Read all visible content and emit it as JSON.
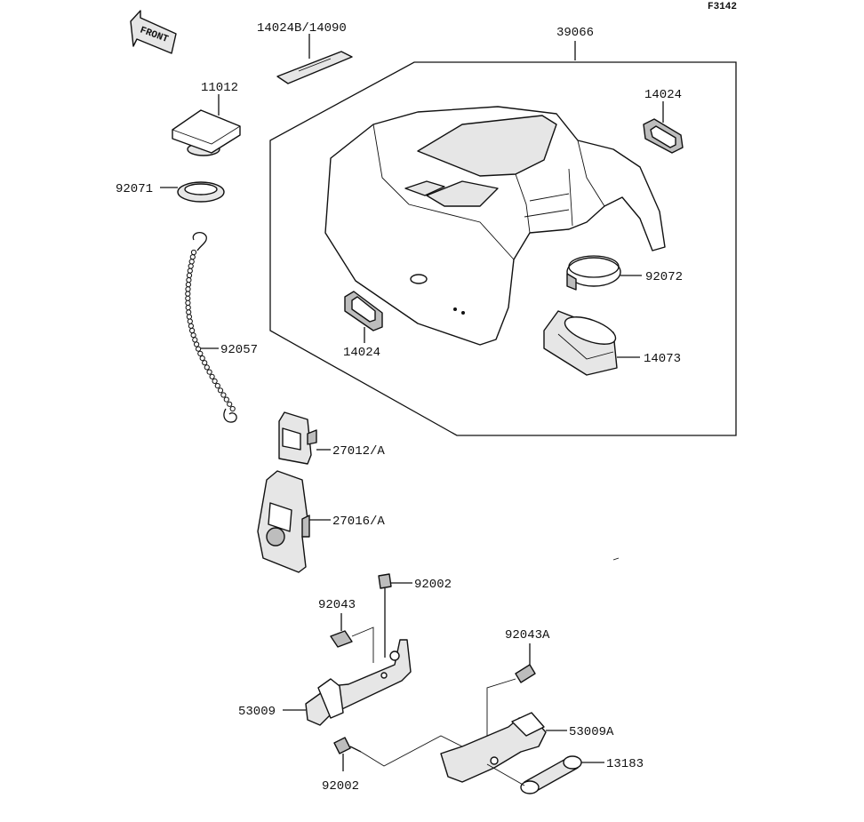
{
  "figure_code": "F3142",
  "front_label": "FRONT",
  "parts": {
    "p14024B": "14024B/14090",
    "p39066": "39066",
    "p11012": "11012",
    "p14024_top": "14024",
    "p92071": "92071",
    "p92072": "92072",
    "p92057": "92057",
    "p14024_mid": "14024",
    "p14073": "14073",
    "p27012": "27012/A",
    "p27016": "27016/A",
    "p92002_top": "92002",
    "p92043": "92043",
    "p92043A": "92043A",
    "p53009": "53009",
    "p53009A": "53009A",
    "p13183": "13183",
    "p92002_bottom": "92002"
  }
}
